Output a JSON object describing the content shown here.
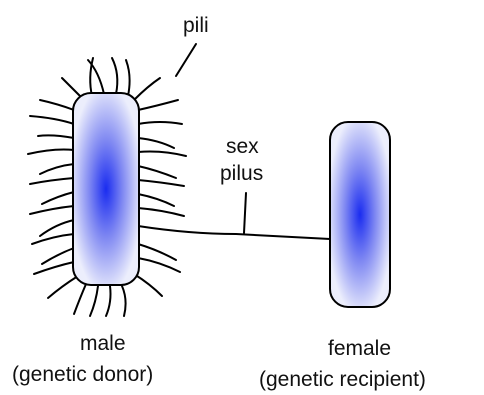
{
  "labels": {
    "pili": "pili",
    "sex_pilus_line1": "sex",
    "sex_pilus_line2": "pilus",
    "male_line1": "male",
    "male_line2": "(genetic donor)",
    "female_line1": "female",
    "female_line2": "(genetic recipient)"
  },
  "colors": {
    "cell_center": "#1a2cf0",
    "cell_edge": "#e4e6fb",
    "outline": "#000000",
    "text": "#111111"
  }
}
